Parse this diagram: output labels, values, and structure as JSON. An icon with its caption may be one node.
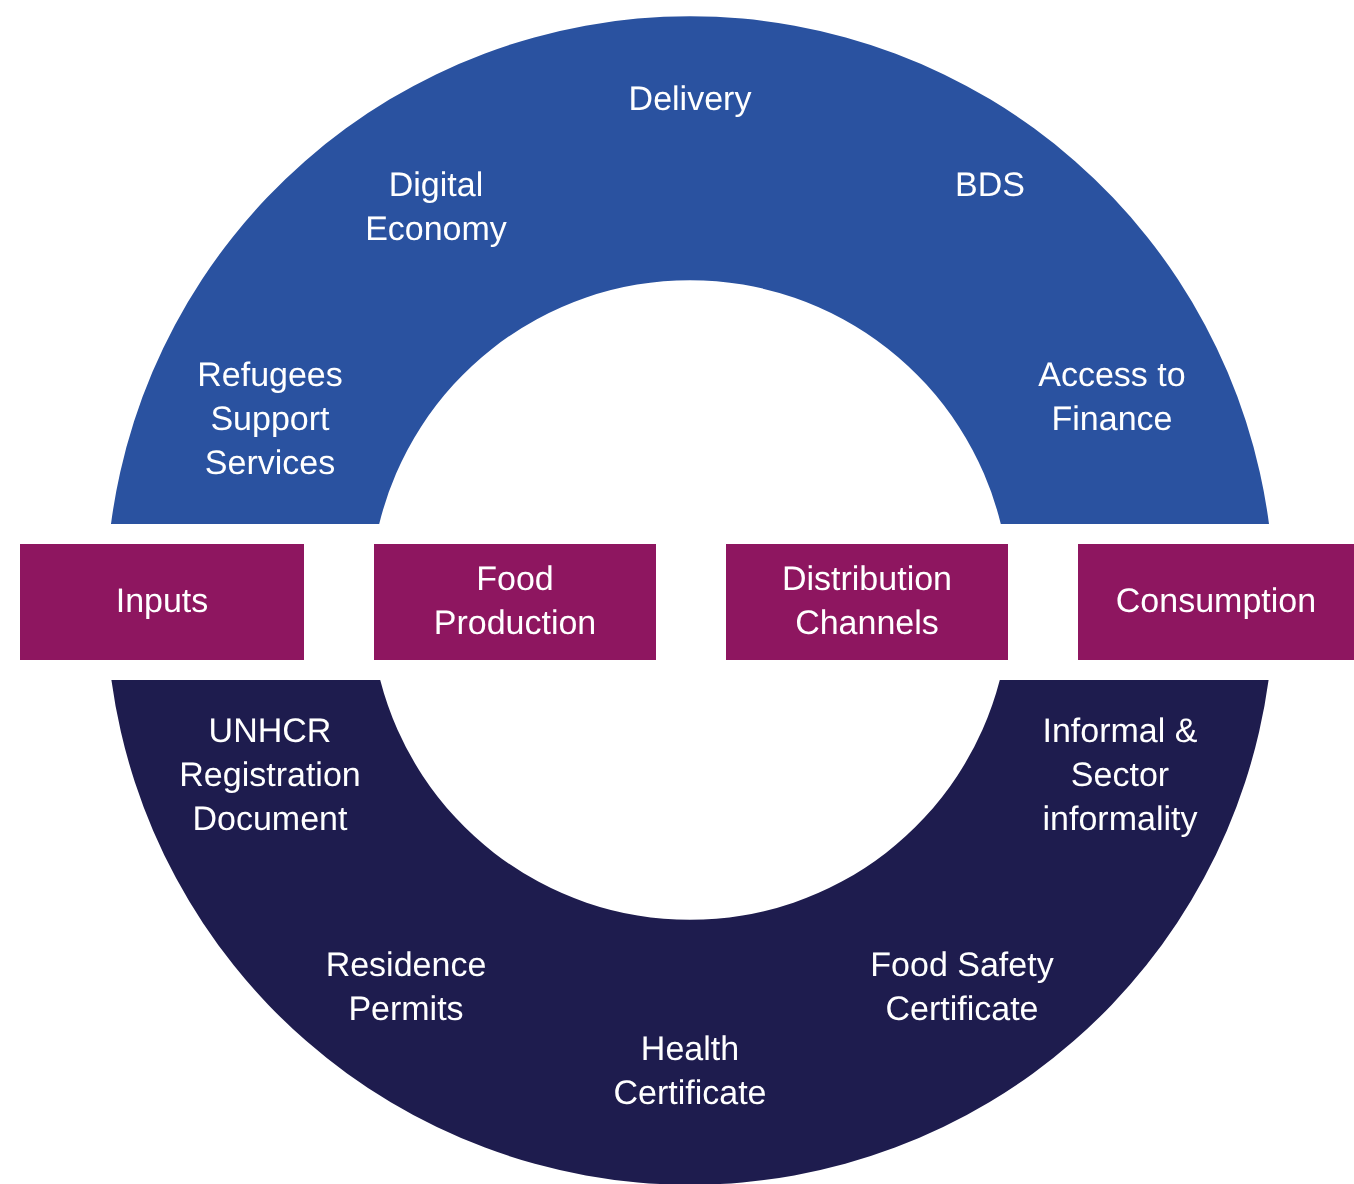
{
  "diagram": {
    "nodes": [
      {
        "text": [
          "Delivery",
          "Digital Economy",
          "BDS",
          "Refugees Support Services",
          "Access to Finance"
        ]
      },
      {
        "text": [
          "Inputs"
        ]
      },
      {
        "text": [
          "Food Production"
        ]
      },
      {
        "text": [
          "Distribution Channels"
        ]
      },
      {
        "text": [
          "Consumption"
        ]
      },
      {
        "text": [
          "UNHCR Registration Document",
          "Residence Permits",
          "Health Certificate",
          "Food Safety Certificate",
          "Informal & Sector informality"
        ]
      }
    ],
    "edges": []
  }
}
